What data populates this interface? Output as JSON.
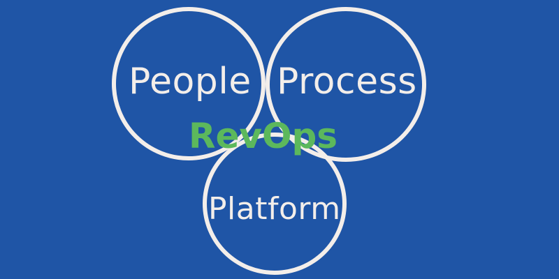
{
  "diagram": {
    "center_label": "RevOps",
    "circles": [
      {
        "label": "People"
      },
      {
        "label": "Process"
      },
      {
        "label": "Platform"
      }
    ]
  },
  "colors": {
    "background": "#1f55a6",
    "ring": "#f3eeea",
    "label": "#f3eeea",
    "center_label": "#5cb85c"
  }
}
